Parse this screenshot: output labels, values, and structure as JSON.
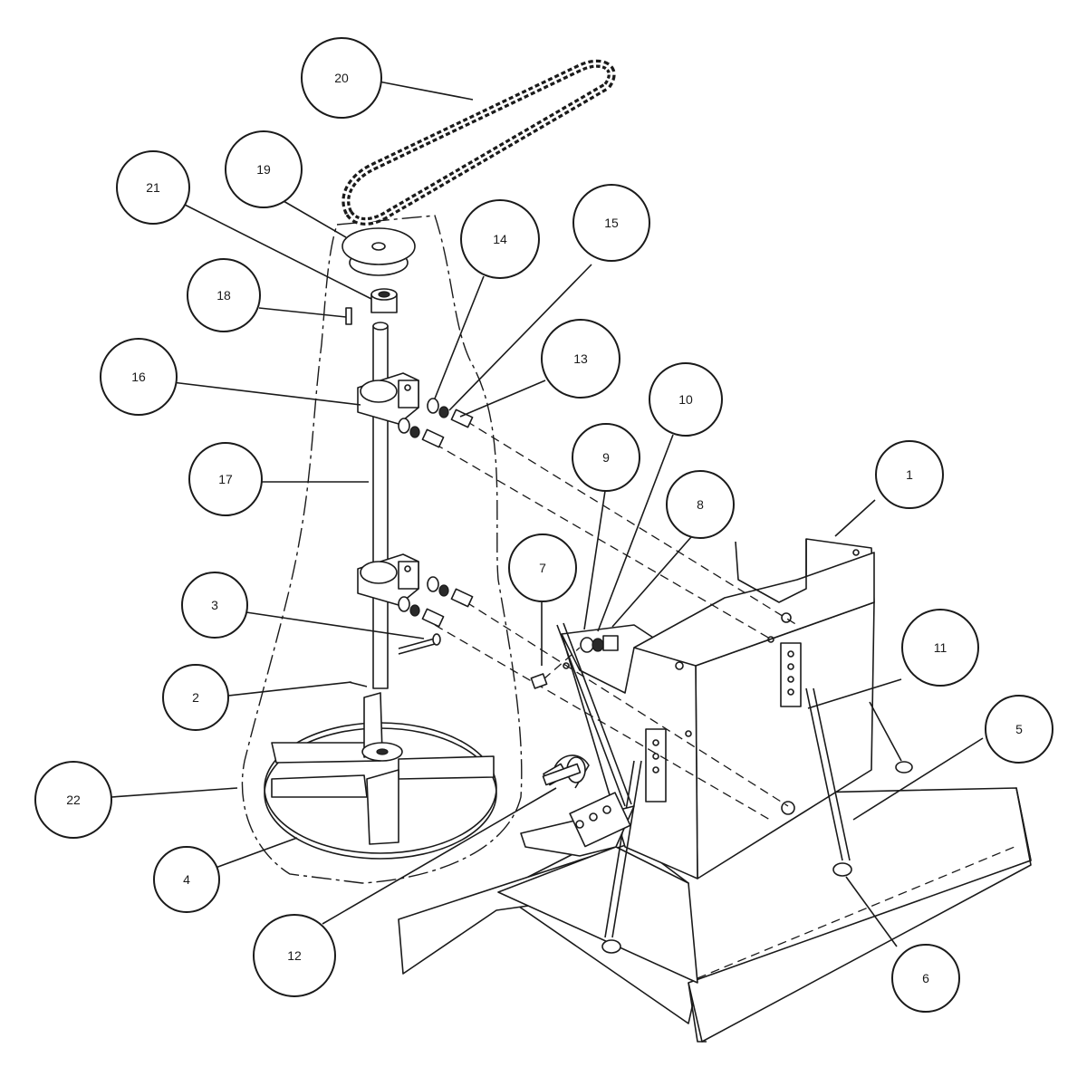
{
  "callouts": [
    {
      "id": "1",
      "label": "1"
    },
    {
      "id": "2",
      "label": "2"
    },
    {
      "id": "3",
      "label": "3"
    },
    {
      "id": "4",
      "label": "4"
    },
    {
      "id": "5",
      "label": "5"
    },
    {
      "id": "6",
      "label": "6"
    },
    {
      "id": "7",
      "label": "7"
    },
    {
      "id": "8",
      "label": "8"
    },
    {
      "id": "9",
      "label": "9"
    },
    {
      "id": "10",
      "label": "10"
    },
    {
      "id": "11",
      "label": "11"
    },
    {
      "id": "12",
      "label": "12"
    },
    {
      "id": "13",
      "label": "13"
    },
    {
      "id": "14",
      "label": "14"
    },
    {
      "id": "15",
      "label": "15"
    },
    {
      "id": "16",
      "label": "16"
    },
    {
      "id": "17",
      "label": "17"
    },
    {
      "id": "18",
      "label": "18"
    },
    {
      "id": "19",
      "label": "19"
    },
    {
      "id": "20",
      "label": "20"
    },
    {
      "id": "21",
      "label": "21"
    },
    {
      "id": "22",
      "label": "22"
    }
  ],
  "colors": {
    "line": "#1a1a1a",
    "background": "#ffffff"
  }
}
